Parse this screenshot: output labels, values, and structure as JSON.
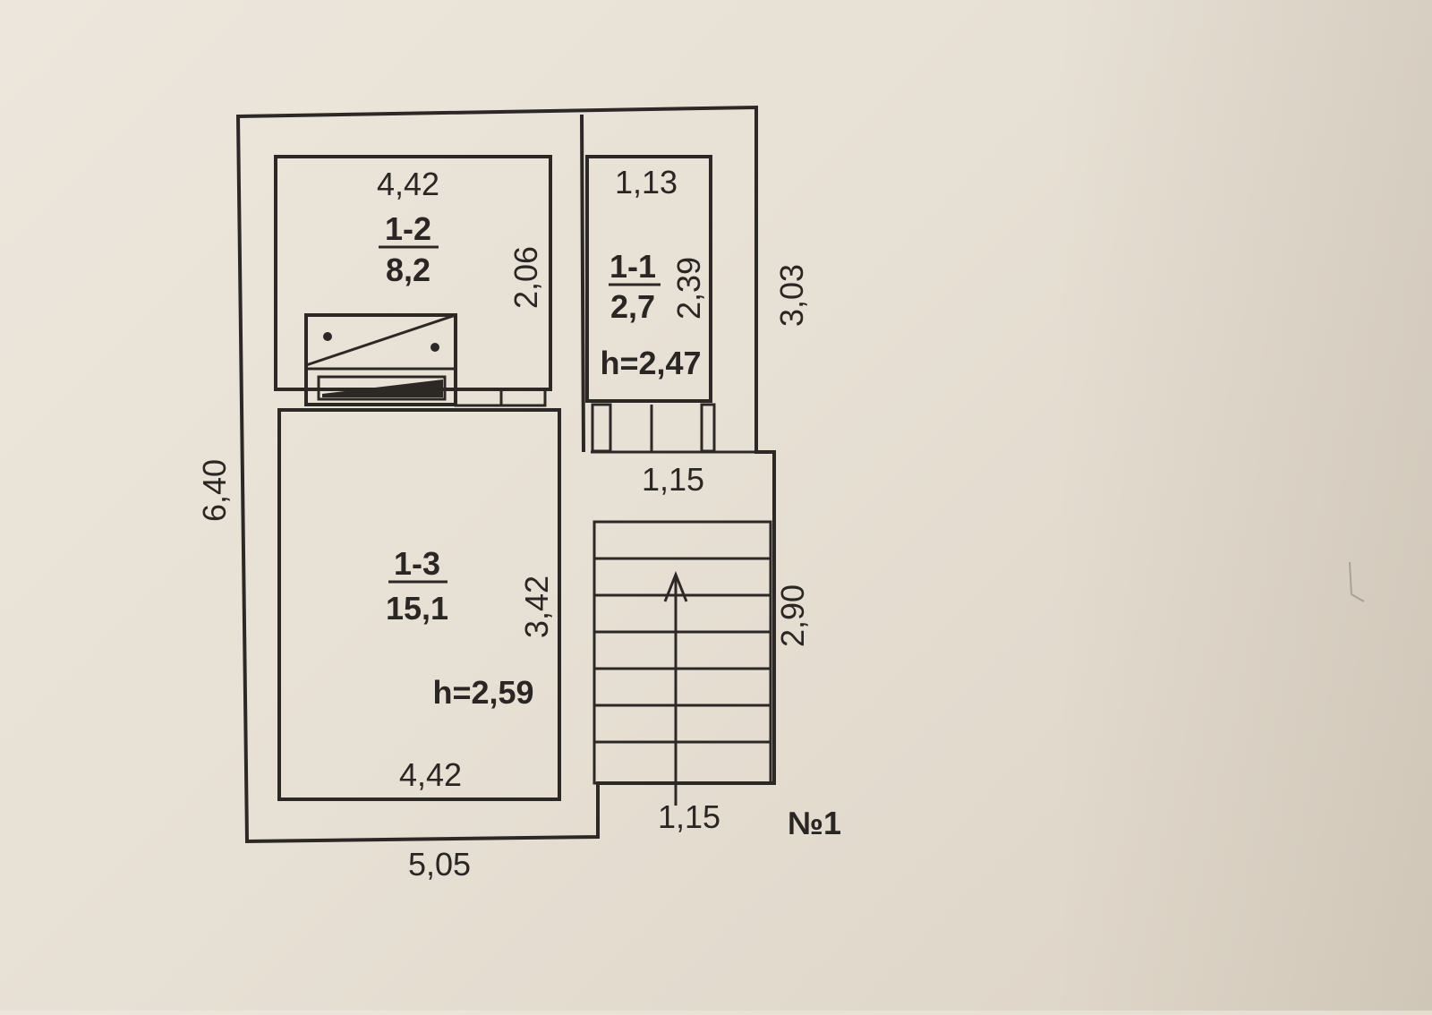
{
  "plan": {
    "rooms": {
      "r12": {
        "id": "1-2",
        "area": "8,2",
        "width": "4,42",
        "depth": "2,06"
      },
      "r11": {
        "id": "1-1",
        "area": "2,7",
        "width": "1,13",
        "depth": "2,39",
        "height": "h=2,47"
      },
      "r13": {
        "id": "1-3",
        "area": "15,1",
        "width_bottom": "4,42",
        "depth": "3,42",
        "height": "h=2,59"
      }
    },
    "dimensions": {
      "overall_height": "6,40",
      "overall_width": "5,05",
      "right_upper": "3,03",
      "right_lower": "2,90",
      "landing_width": "1,15",
      "stair_width": "1,15"
    },
    "plan_number": "№1"
  }
}
